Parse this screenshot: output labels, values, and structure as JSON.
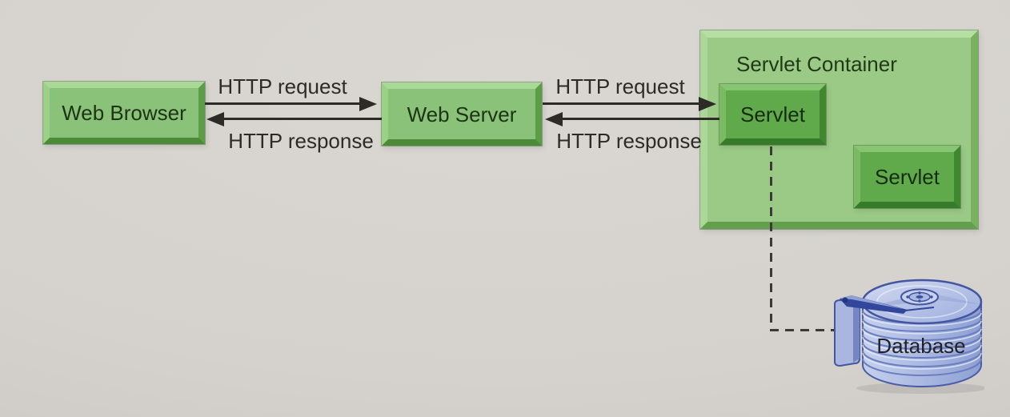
{
  "nodes": {
    "web_browser": {
      "label": "Web Browser"
    },
    "web_server": {
      "label": "Web Server"
    },
    "servlet_container": {
      "label": "Servlet Container"
    },
    "servlet_a": {
      "label": "Servlet"
    },
    "servlet_b": {
      "label": "Servlet"
    },
    "database": {
      "label": "Database"
    }
  },
  "connections": {
    "browser_to_server_request": {
      "label": "HTTP request",
      "direction": "right",
      "style": "solid"
    },
    "server_to_browser_response": {
      "label": "HTTP response",
      "direction": "left",
      "style": "solid"
    },
    "server_to_container_request": {
      "label": "HTTP request",
      "direction": "right",
      "style": "solid"
    },
    "container_to_server_response": {
      "label": "HTTP response",
      "direction": "left",
      "style": "solid"
    },
    "servlet_to_database": {
      "style": "dashed"
    }
  },
  "colors": {
    "background": "#d5d2cd",
    "node_face": "#8bc27a",
    "container_face": "#9bca87",
    "servlet_face": "#61aa4c",
    "bevel_light": "#aad896",
    "bevel_dark": "#4c8a38",
    "label_text": "#1c3413",
    "arrow": "#2c2b27",
    "database_blue": "#aab9e2",
    "database_outline": "#44569f"
  }
}
